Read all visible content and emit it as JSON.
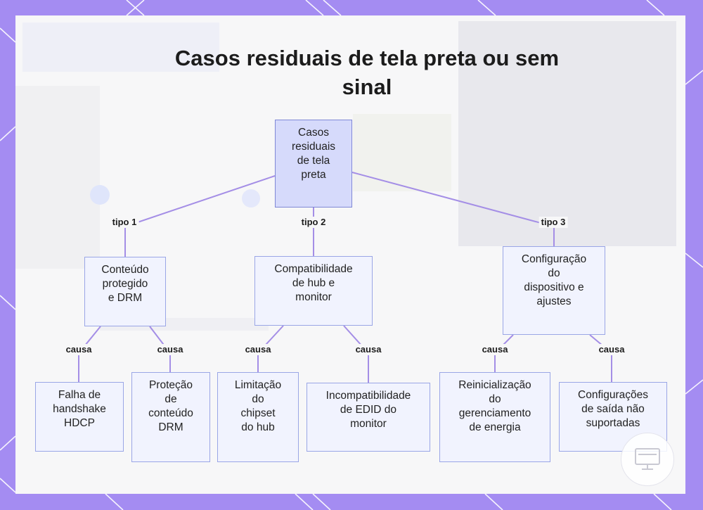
{
  "diagram": {
    "title_lines": [
      "Casos residuais de tela preta ou sem",
      "sinal"
    ],
    "root": {
      "lines": [
        "Casos",
        "residuais",
        "de tela",
        "preta"
      ]
    },
    "types": [
      {
        "edge": "tipo 1",
        "lines": [
          "Conteúdo",
          "protegido",
          "e DRM"
        ]
      },
      {
        "edge": "tipo 2",
        "lines": [
          "Compatibilidade",
          "de hub e",
          "monitor"
        ]
      },
      {
        "edge": "tipo 3",
        "lines": [
          "Configuração",
          "do",
          "dispositivo e",
          "ajustes"
        ]
      }
    ],
    "causes": [
      {
        "edge": "causa",
        "lines": [
          "Falha de",
          "handshake",
          "HDCP"
        ]
      },
      {
        "edge": "causa",
        "lines": [
          "Proteção",
          "de",
          "conteúdo",
          "DRM"
        ]
      },
      {
        "edge": "causa",
        "lines": [
          "Limitação",
          "do",
          "chipset",
          "do hub"
        ]
      },
      {
        "edge": "causa",
        "lines": [
          "Incompatibilidade",
          "de EDID do",
          "monitor"
        ]
      },
      {
        "edge": "causa",
        "lines": [
          "Reinicialização",
          "do",
          "gerenciamento",
          "de energia"
        ]
      },
      {
        "edge": "causa",
        "lines": [
          "Configurações",
          "de saída não",
          "suportadas"
        ]
      }
    ],
    "colors": {
      "frame": "#a48cf2",
      "connector": "#a48ee6",
      "root_fill": "#d6dafb",
      "node_fill": "#f1f3fe",
      "node_border": "#9aa6e6"
    },
    "icons": [
      "monitor-icon"
    ]
  }
}
